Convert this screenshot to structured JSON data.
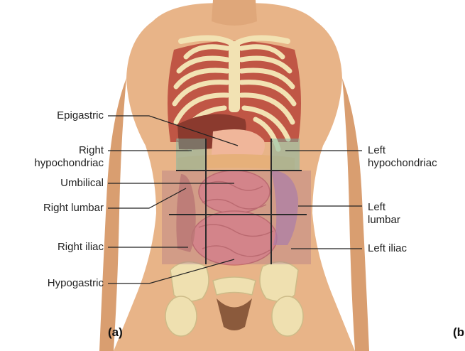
{
  "labels": {
    "epigastric": "Epigastric",
    "right_hypochondriac": "Right\nhypochondriac",
    "umbilical": "Umbilical",
    "right_lumbar": "Right lumbar",
    "right_iliac": "Right iliac",
    "hypogastric": "Hypogastric",
    "left_hypochondriac": "Left\nhypochondriac",
    "left_lumbar": "Left\nlumbar",
    "left_iliac": "Left iliac"
  },
  "panels": {
    "a": "(a)",
    "b": "(b"
  },
  "colors": {
    "skin": "#e8b488",
    "skin_shadow": "#d79b6c",
    "rib": "#f2e2b3",
    "muscle": "#b8453a",
    "liver": "#8b3a2e",
    "stomach": "#f0b69a",
    "intestine": "#e9948c",
    "region_tint": "#9a5e84",
    "upper_lateral_tint": "#6fb8a8",
    "grid_line": "#2b2b2b",
    "bone": "#efe0b0"
  }
}
